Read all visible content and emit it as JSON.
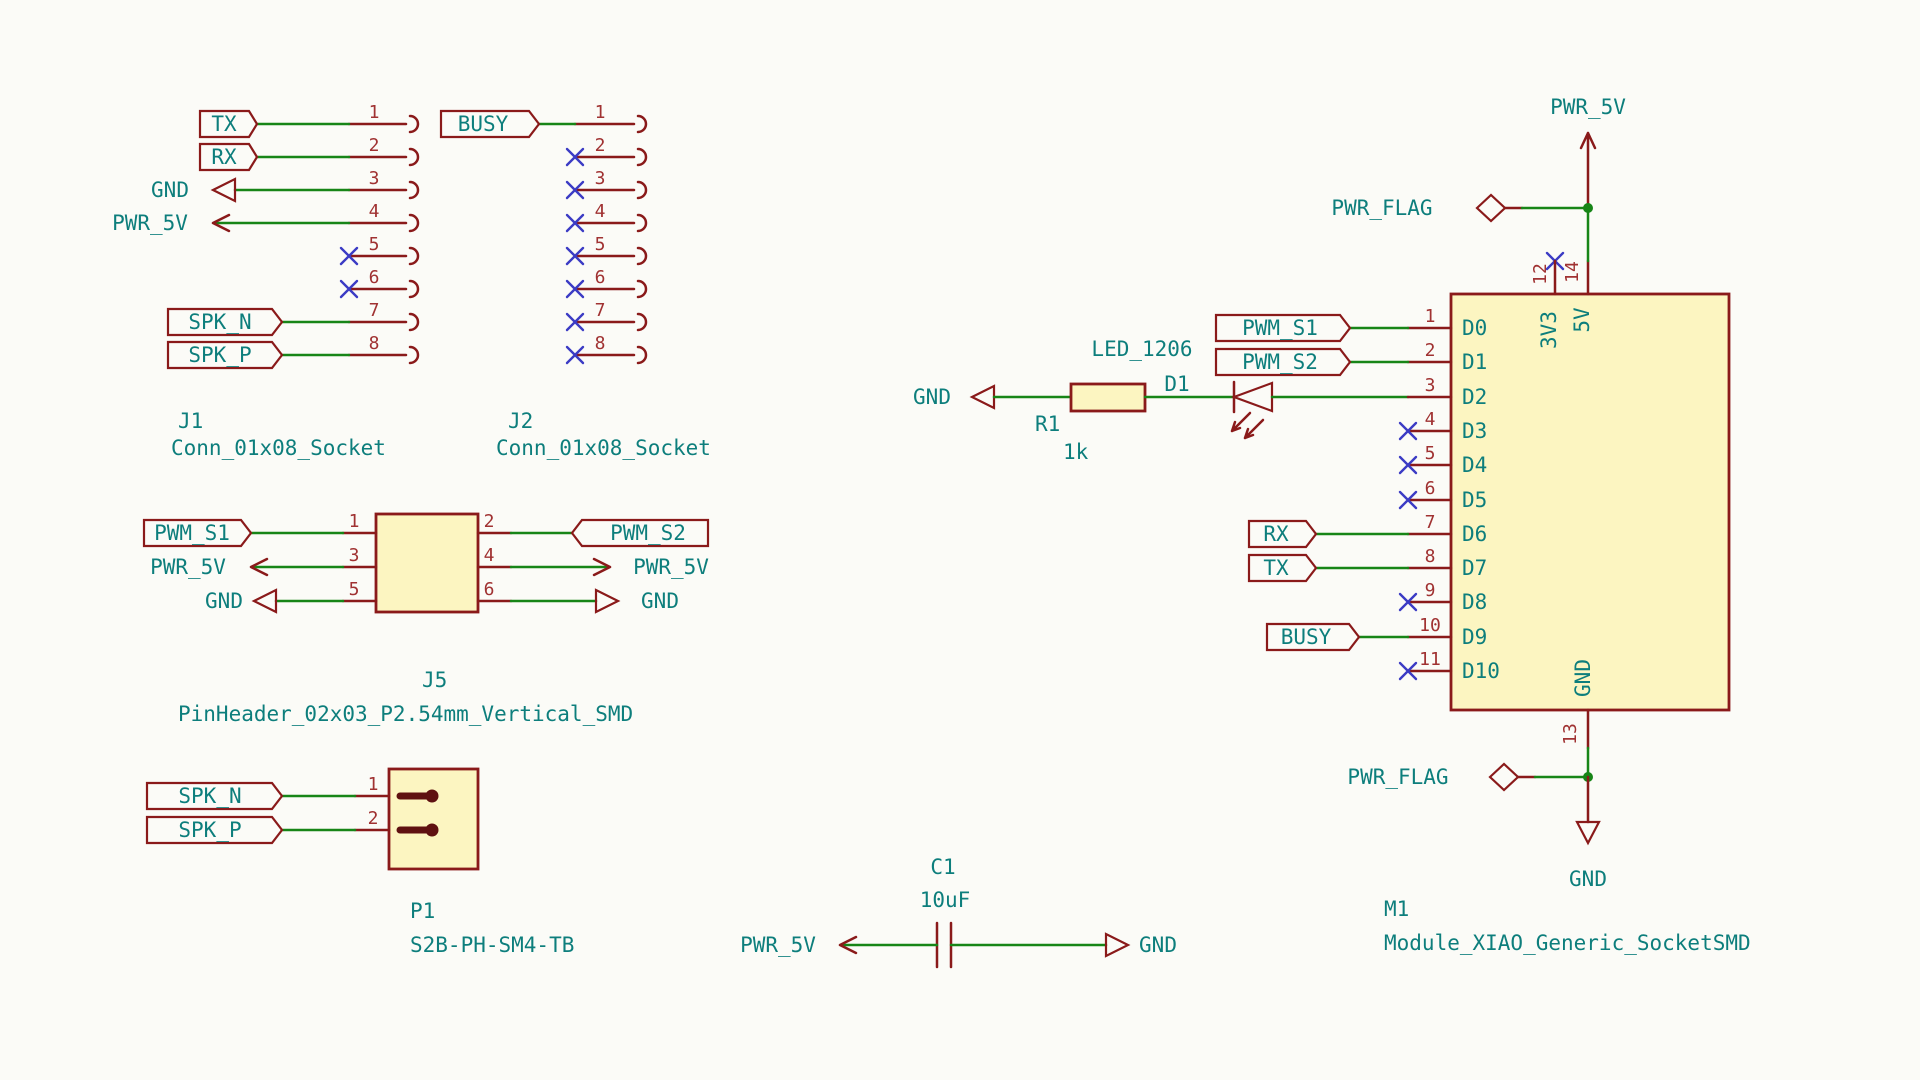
{
  "colors": {
    "background": "#fbfbf7",
    "wire": "#178517",
    "symbol": "#8a1a1a",
    "pin_number": "#a03232",
    "text": "#0d7e7c",
    "no_connect": "#3b3bc4",
    "fill": "#fcf5c1",
    "contact": "#5f1111"
  },
  "components": {
    "j1": {
      "ref": "J1",
      "value": "Conn_01x08_Socket",
      "pins": [
        "1",
        "2",
        "3",
        "4",
        "5",
        "6",
        "7",
        "8"
      ]
    },
    "j2": {
      "ref": "J2",
      "value": "Conn_01x08_Socket",
      "pins": [
        "1",
        "2",
        "3",
        "4",
        "5",
        "6",
        "7",
        "8"
      ]
    },
    "j5": {
      "ref": "J5",
      "value": "PinHeader_02x03_P2.54mm_Vertical_SMD",
      "pins": [
        "1",
        "2",
        "3",
        "4",
        "5",
        "6"
      ]
    },
    "p1": {
      "ref": "P1",
      "value": "S2B-PH-SM4-TB",
      "pins": [
        "1",
        "2"
      ]
    },
    "c1": {
      "ref": "C1",
      "value": "10uF"
    },
    "r1": {
      "ref": "R1",
      "value": "1k"
    },
    "d1": {
      "ref": "D1",
      "value": "LED_1206"
    },
    "m1": {
      "ref": "M1",
      "value": "Module_XIAO_Generic_SocketSMD",
      "pins": [
        "1",
        "2",
        "3",
        "4",
        "5",
        "6",
        "7",
        "8",
        "9",
        "10",
        "11",
        "12",
        "13",
        "14"
      ],
      "pin_names": [
        "D0",
        "D1",
        "D2",
        "D3",
        "D4",
        "D5",
        "D6",
        "D7",
        "D8",
        "D9",
        "D10"
      ],
      "top_pin_names": [
        "3V3",
        "5V"
      ],
      "bottom_pin_name": "GND"
    }
  },
  "labels": {
    "tx": "TX",
    "rx": "RX",
    "busy": "BUSY",
    "spk_n": "SPK_N",
    "spk_p": "SPK_P",
    "pwm_s1": "PWM_S1",
    "pwm_s2": "PWM_S2"
  },
  "power": {
    "gnd": "GND",
    "pwr_5v": "PWR_5V",
    "pwr_flag": "PWR_FLAG"
  }
}
